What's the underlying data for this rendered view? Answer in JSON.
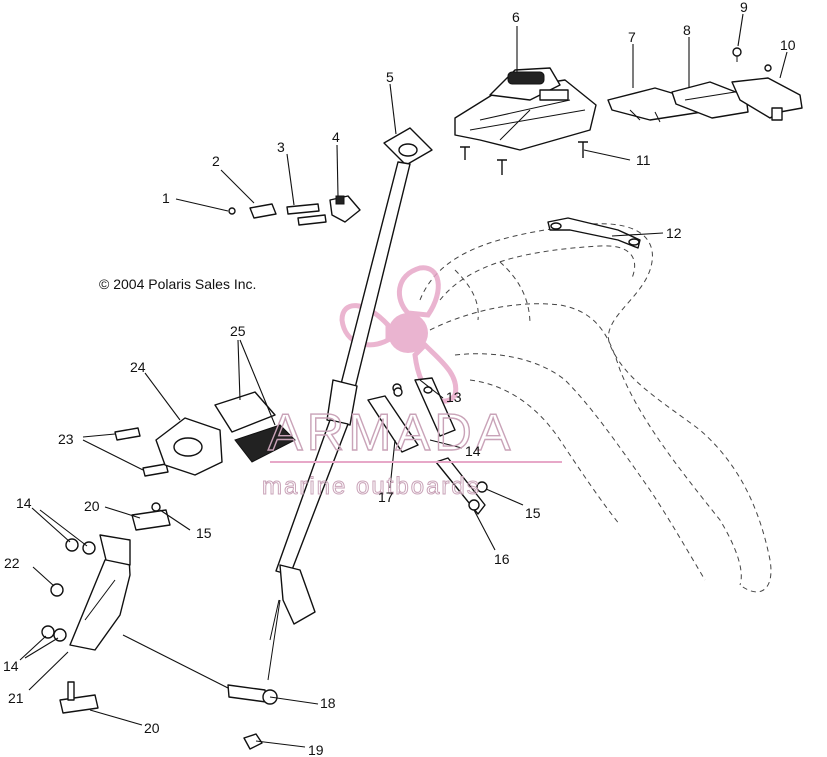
{
  "copyright": "© 2004 Polaris Sales Inc.",
  "watermark": {
    "brand": "ARMADA",
    "tagline": "marine outboards"
  },
  "callouts": {
    "c1": "1",
    "c2": "2",
    "c3": "3",
    "c4": "4",
    "c5": "5",
    "c6": "6",
    "c7": "7",
    "c8": "8",
    "c9": "9",
    "c10": "10",
    "c11": "11",
    "c12": "12",
    "c13": "13",
    "c14a": "14",
    "c14b": "14",
    "c14c": "14",
    "c15a": "15",
    "c15b": "15",
    "c16": "16",
    "c17": "17",
    "c18": "18",
    "c19": "19",
    "c20a": "20",
    "c20b": "20",
    "c21": "21",
    "c22": "22",
    "c23": "23",
    "c24": "24",
    "c25": "25"
  },
  "colors": {
    "line": "#111111",
    "watermark": "#e7a8c8",
    "watermark_text": "#c9a3b8"
  }
}
